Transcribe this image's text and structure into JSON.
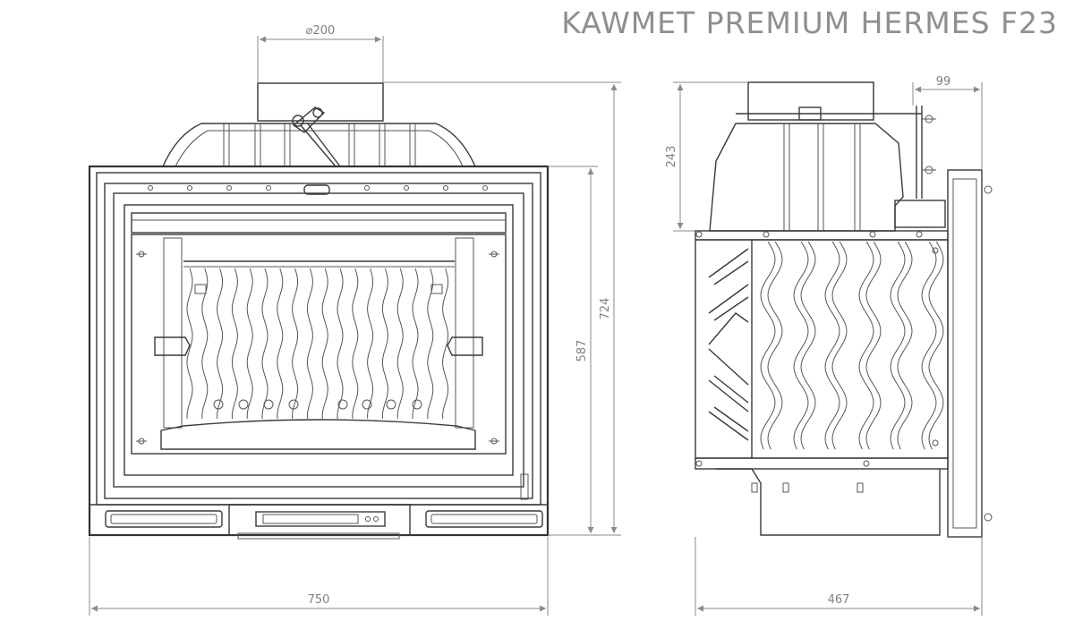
{
  "title": "KAWMET PREMIUM HERMES F23",
  "dimensions": {
    "flue": "⌀200",
    "total_width": "750",
    "total_height": "724",
    "door_height": "587",
    "depth": "467",
    "collar_height": "243",
    "collar_offset": "99"
  }
}
